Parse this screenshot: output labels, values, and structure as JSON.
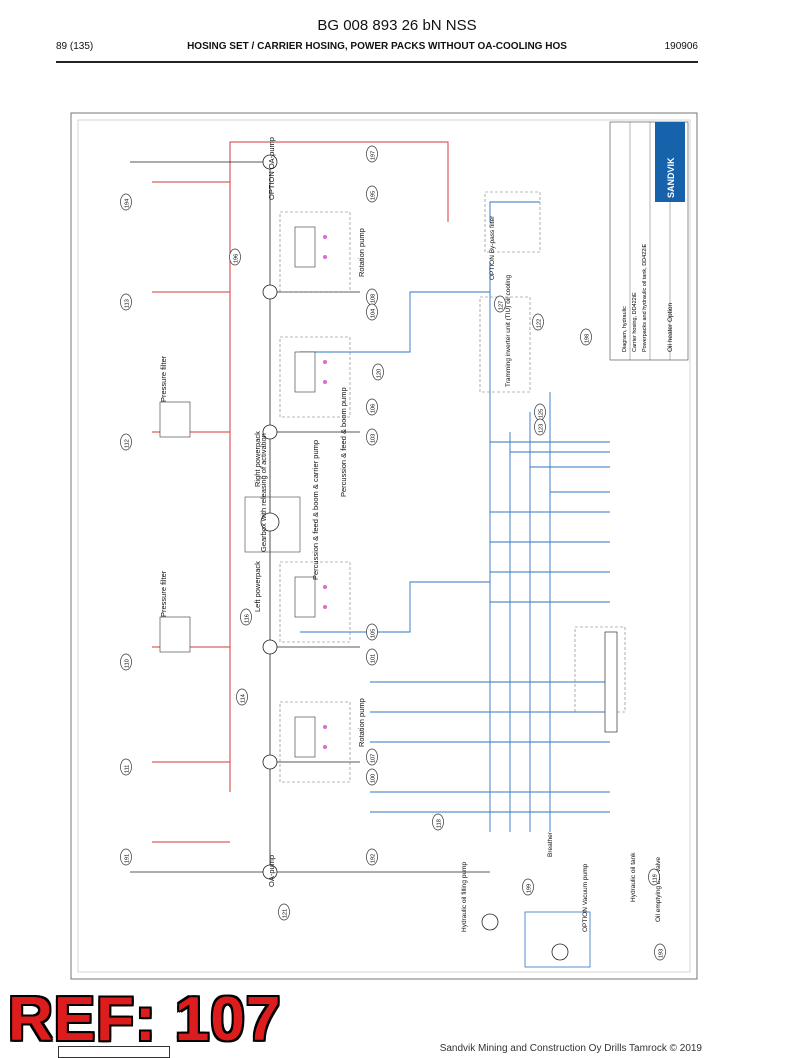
{
  "header": {
    "doc_id": "BG 008 893 26 bN NSS",
    "page": "89 (135)",
    "title": "HOSING SET / CARRIER HOSING, POWER PACKS WITHOUT OA-COOLING HOS",
    "code": "190906"
  },
  "diagram": {
    "top_labels": [
      {
        "key": "option_oa_pump",
        "text": "OPTION OA-pump"
      },
      {
        "key": "rotation_pump_top",
        "text": "Rotation pump"
      },
      {
        "key": "right_powerpack",
        "text": "Right powerpack"
      },
      {
        "key": "perc_feed_boom",
        "text": "Percussion & feed & boom pump"
      },
      {
        "key": "gearbox",
        "text": "Gearbox with releasing of activation"
      },
      {
        "key": "perc_feed_boom_carrier",
        "text": "Percussion & feed & boom & carrier pump"
      },
      {
        "key": "left_powerpack",
        "text": "Left powerpack"
      },
      {
        "key": "rotation_pump_bottom",
        "text": "Rotation pump"
      },
      {
        "key": "oa_pump",
        "text": "OA-pump"
      },
      {
        "key": "pressure_filter_right",
        "text": "Pressure filter"
      },
      {
        "key": "pressure_filter_left",
        "text": "Pressure filter"
      },
      {
        "key": "tramming_inverter",
        "text": "Tramming inverter unit (TIU) oil cooling"
      },
      {
        "key": "option_bypass",
        "text": "OPTION By-pass filter"
      },
      {
        "key": "oil_heater",
        "text": "Oil heater Option"
      },
      {
        "key": "hydraulic_oil_filling",
        "text": "Hydraulic oil filling pump"
      },
      {
        "key": "option_vacuum",
        "text": "OPTION Vacuum pump"
      },
      {
        "key": "hydraulic_oil_tank",
        "text": "Hydraulic oil tank"
      },
      {
        "key": "oil_emptying",
        "text": "Oil emptying ball valve"
      },
      {
        "key": "breather",
        "text": "Breather"
      }
    ],
    "callouts": [
      "197",
      "195",
      "196",
      "194",
      "108",
      "104",
      "113",
      "120",
      "127",
      "122",
      "106",
      "103",
      "112",
      "125",
      "123",
      "198",
      "116",
      "105",
      "110",
      "101",
      "114",
      "111",
      "107",
      "100",
      "191",
      "118",
      "192",
      "199",
      "121",
      "119",
      "193"
    ],
    "title_block": {
      "brand": "SANDVIK",
      "line1": "Diagram, hydraulic",
      "line2": "Carrier hosing, DD422iE",
      "line3": "Powerpacks and hydraulic oil tank, DD422iE"
    }
  },
  "watermark": {
    "text": "REF: 107"
  },
  "footer": {
    "text": "Sandvik Mining and Construction Oy Drills Tamrock © 2019"
  }
}
